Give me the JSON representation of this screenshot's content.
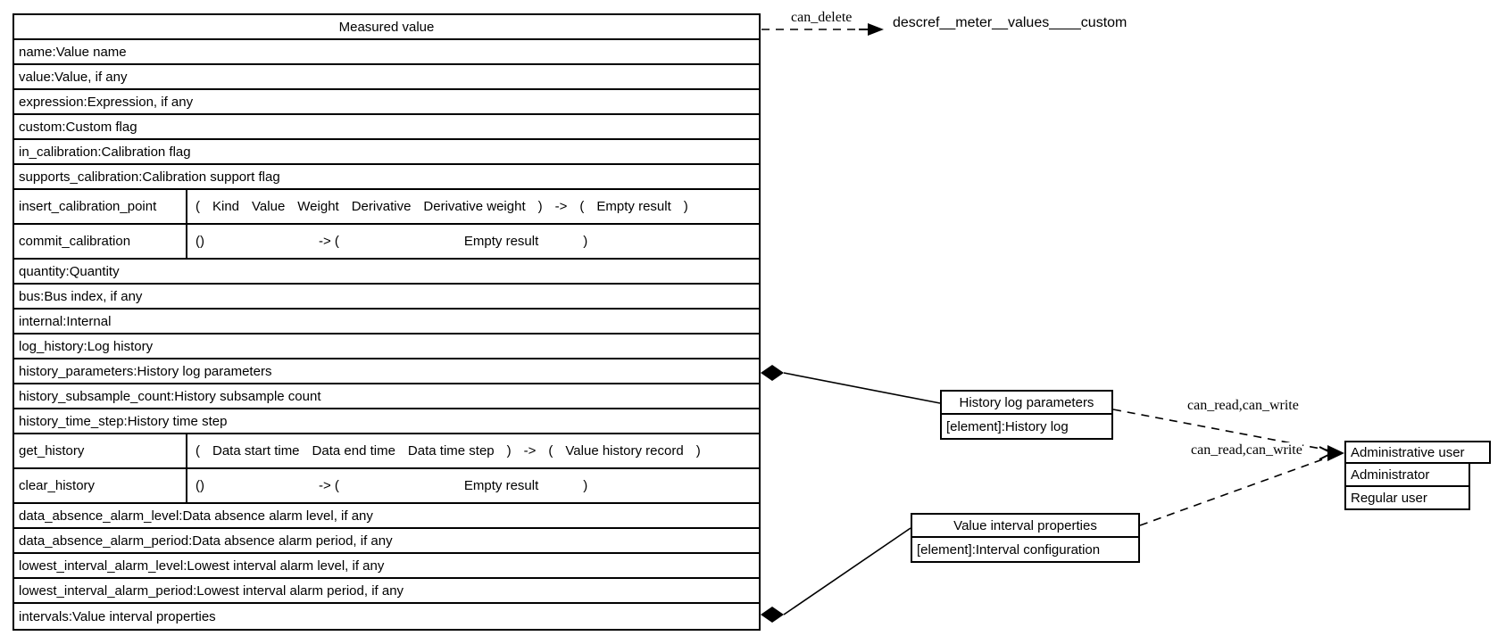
{
  "main_class": {
    "title": "Measured value",
    "rows": [
      {
        "kind": "attr",
        "text": "name:Value name"
      },
      {
        "kind": "attr",
        "text": "value:Value, if any"
      },
      {
        "kind": "attr",
        "text": "expression:Expression, if any"
      },
      {
        "kind": "attr",
        "text": "custom:Custom flag"
      },
      {
        "kind": "attr",
        "text": "in_calibration:Calibration flag"
      },
      {
        "kind": "attr",
        "text": "supports_calibration:Calibration support flag"
      },
      {
        "kind": "method",
        "style": "compact",
        "name": "insert_calibration_point",
        "sig": [
          "(",
          "Kind",
          "Value",
          "Weight",
          "Derivative",
          "Derivative weight",
          ")",
          "->",
          "(",
          "Empty result",
          ")"
        ]
      },
      {
        "kind": "method",
        "style": "spread",
        "name": "commit_calibration",
        "sig": [
          "()",
          "-> (",
          "Empty result",
          ")"
        ]
      },
      {
        "kind": "attr",
        "text": "quantity:Quantity"
      },
      {
        "kind": "attr",
        "text": "bus:Bus index, if any"
      },
      {
        "kind": "attr",
        "text": "internal:Internal"
      },
      {
        "kind": "attr",
        "text": "log_history:Log history"
      },
      {
        "kind": "attr",
        "text": "history_parameters:History log parameters"
      },
      {
        "kind": "attr",
        "text": "history_subsample_count:History subsample count"
      },
      {
        "kind": "attr",
        "text": "history_time_step:History time step"
      },
      {
        "kind": "method",
        "style": "compact",
        "name": "get_history",
        "sig": [
          "(",
          "Data start time",
          "Data end time",
          "Data time step",
          ")",
          "->",
          "(",
          "Value history record",
          ")"
        ]
      },
      {
        "kind": "method",
        "style": "spread",
        "name": "clear_history",
        "sig": [
          "()",
          "-> (",
          "Empty result",
          ")"
        ]
      },
      {
        "kind": "attr",
        "text": "data_absence_alarm_level:Data absence alarm level, if any"
      },
      {
        "kind": "attr",
        "text": "data_absence_alarm_period:Data absence alarm period, if any"
      },
      {
        "kind": "attr",
        "text": "lowest_interval_alarm_level:Lowest interval alarm level, if any"
      },
      {
        "kind": "attr",
        "text": "lowest_interval_alarm_period:Lowest interval alarm period, if any"
      },
      {
        "kind": "attr",
        "text": "intervals:Value interval properties"
      }
    ]
  },
  "related": {
    "descref_node": "descref__meter__values____custom",
    "history_box": {
      "title": "History log parameters",
      "rows": [
        "[element]:History log"
      ]
    },
    "interval_box": {
      "title": "Value interval properties",
      "rows": [
        "[element]:Interval configuration"
      ]
    },
    "user_box": {
      "title": "Administrative user",
      "rows": [
        "Administrator",
        "Regular user"
      ]
    }
  },
  "edge_labels": {
    "can_delete": "can_delete",
    "history_permissions": "can_read,can_write",
    "interval_permissions": "can_read,can_write"
  },
  "colors": {
    "line": "#000000",
    "background": "#ffffff",
    "text": "#000000"
  }
}
